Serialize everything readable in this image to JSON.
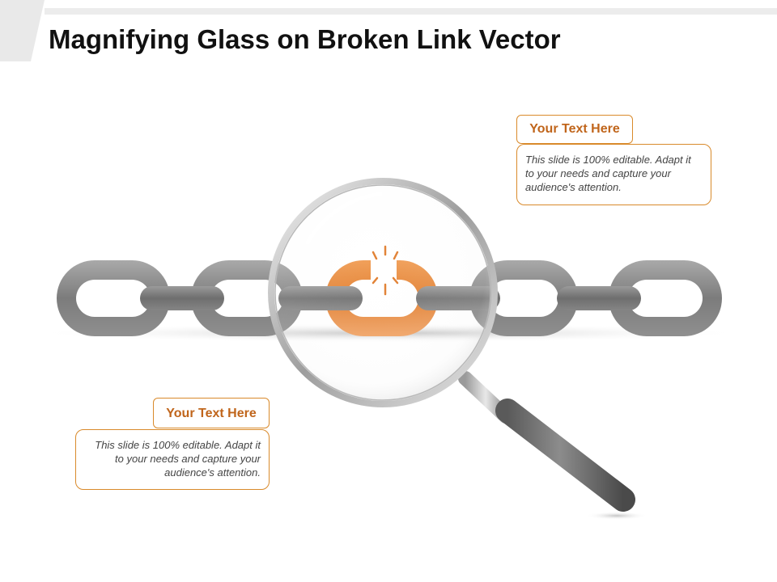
{
  "slide": {
    "title": "Magnifying Glass on Broken Link Vector"
  },
  "callouts": [
    {
      "label": "Your Text Here",
      "body": "This slide is 100% editable. Adapt it to your needs and capture your audience's attention."
    },
    {
      "label": "Your Text Here",
      "body": "This slide is 100% editable. Adapt it to your needs and capture your audience's attention."
    }
  ],
  "colors": {
    "accent": "#e07b2a",
    "chain": "#8a8a8a",
    "callout_border": "#d98a2b",
    "label_text": "#c0651b",
    "title_text": "#111111"
  }
}
